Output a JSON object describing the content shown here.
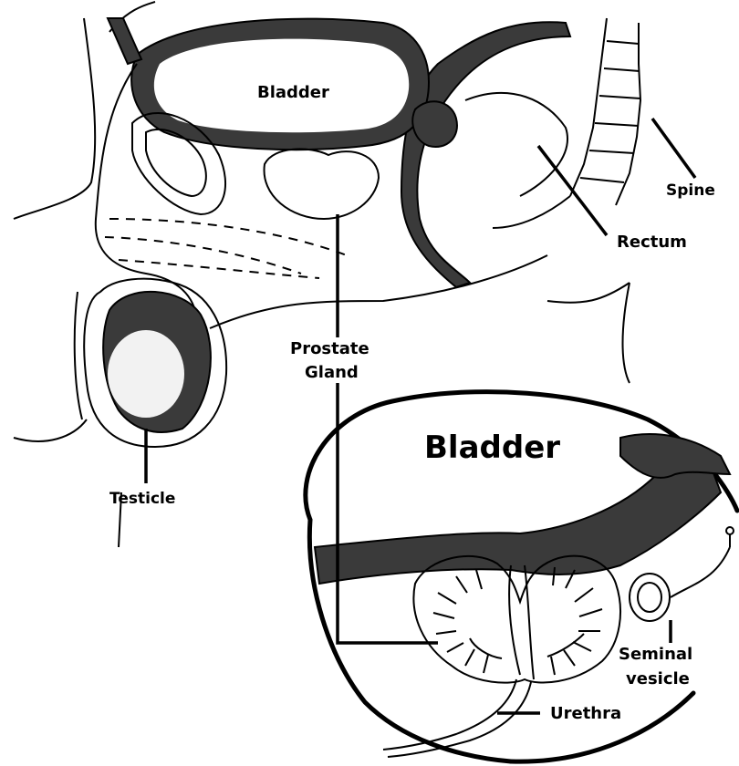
{
  "labels": {
    "bladder_top": "Bladder",
    "spine": "Spine",
    "rectum": "Rectum",
    "prostate_line1": "Prostate",
    "prostate_line2": "Gland",
    "testicle": "Testicle",
    "bladder_inset": "Bladder",
    "seminal_line1": "Seminal",
    "seminal_line2": "vesicle",
    "urethra": "Urethra"
  },
  "colors": {
    "ink": "#000000",
    "tissue": "#3a3a3a",
    "paper": "#ffffff"
  }
}
